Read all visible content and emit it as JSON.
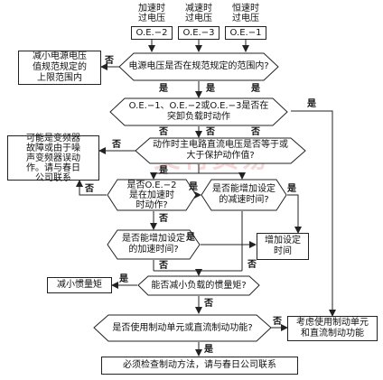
{
  "headers": {
    "accel": "加速时\n过电压",
    "decel": "减速时\n过电压",
    "const": "恒速时\n过电压"
  },
  "codes": {
    "oe2": "O.E.−2",
    "oe3": "O.E.−3",
    "oe1": "O.E.−1"
  },
  "nodes": {
    "reduce_voltage": "减小电源电压\n值规范规定的\n上限范围内",
    "supply_check": "电源电压是否在规范规定的范围内?",
    "sudden_unload": "O.E.−1、O.E.−2或O.E.−3是否在\n突卸负载时动作",
    "dc_voltage": "动作时主电路直流电压是否等于或\n大于保护动作值?",
    "inverter_fault": "可能是变频器\n故障或由于噪\n声变频器误动\n作。请与春日\n公司联系",
    "oe2_accel": "是否O.E.−2\n是在加速时\n时动作?",
    "inc_decel": "是否能增加设定\n的减速时间?",
    "inc_accel": "是否能增加设定\n的加速时间?",
    "inc_time": "增加设定\n时间",
    "reduce_inertia": "减小惯量矩",
    "reduce_load_inertia": "能否减小负载的惯量矩?",
    "brake_used": "是否使用制动单元或直流制动功能?",
    "consider_brake": "考虑使用制动单元\n和直流制动功能",
    "check_brake": "必须检查制动方法，请与春日公司联系"
  },
  "labels": {
    "yes": "是",
    "no": "否"
  },
  "watermark": "艾特贸易"
}
